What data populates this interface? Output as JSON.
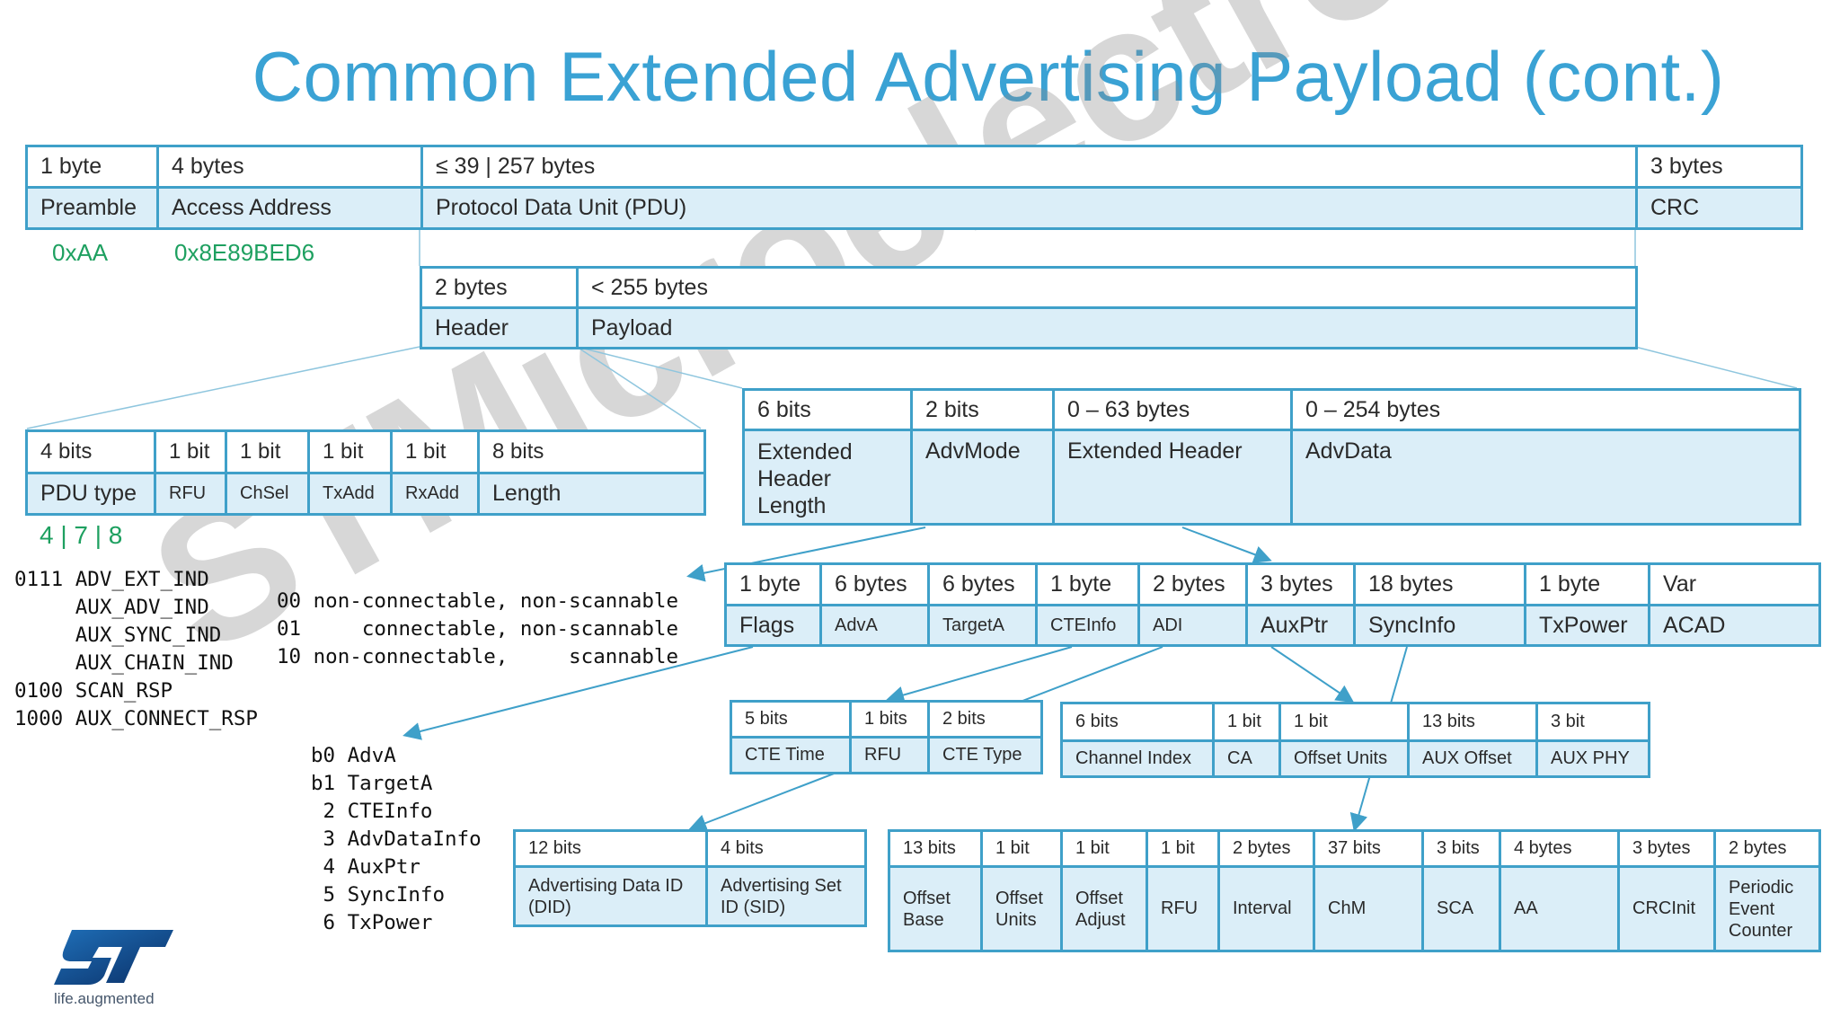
{
  "title": "Common Extended Advertising Payload (cont.)",
  "watermark": "STMicroelectronics",
  "logo": {
    "brand": "ST",
    "tagline": "life.augmented"
  },
  "packet": {
    "sizes": [
      "1 byte",
      "4 bytes",
      "≤ 39 | 257 bytes",
      "3 bytes"
    ],
    "names": [
      "Preamble",
      "Access Address",
      "Protocol Data Unit (PDU)",
      "CRC"
    ],
    "preamble_value": "0xAA",
    "access_address_value": "0x8E89BED6"
  },
  "pdu": {
    "sizes": [
      "2 bytes",
      "< 255 bytes"
    ],
    "names": [
      "Header",
      "Payload"
    ]
  },
  "header": {
    "sizes": [
      "4 bits",
      "1 bit",
      "1 bit",
      "1 bit",
      "1 bit",
      "8 bits"
    ],
    "names": [
      "PDU type",
      "RFU",
      "ChSel",
      "TxAdd",
      "RxAdd",
      "Length"
    ],
    "pdu_type_values": "4 | 7 | 8"
  },
  "pdu_types": "0111 ADV_EXT_IND\n     AUX_ADV_IND\n     AUX_SYNC_IND\n     AUX_CHAIN_IND\n0100 SCAN_RSP\n1000 AUX_CONNECT_RSP",
  "adv_modes": "00 non-connectable, non-scannable\n01     connectable, non-scannable\n10 non-connectable,     scannable",
  "payload": {
    "sizes": [
      "6 bits",
      "2 bits",
      "0 – 63 bytes",
      "0 – 254 bytes"
    ],
    "names": [
      "Extended Header Length",
      "AdvMode",
      "Extended Header",
      "AdvData"
    ]
  },
  "ext_header": {
    "sizes": [
      "1 byte",
      "6 bytes",
      "6 bytes",
      "1 byte",
      "2 bytes",
      "3 bytes",
      "18 bytes",
      "1 byte",
      "Var"
    ],
    "names": [
      "Flags",
      "AdvA",
      "TargetA",
      "CTEInfo",
      "ADI",
      "AuxPtr",
      "SyncInfo",
      "TxPower",
      "ACAD"
    ]
  },
  "flags_bits": "b0 AdvA\nb1 TargetA\n 2 CTEInfo\n 3 AdvDataInfo\n 4 AuxPtr\n 5 SyncInfo\n 6 TxPower",
  "cte_info": {
    "sizes": [
      "5 bits",
      "1 bits",
      "2 bits"
    ],
    "names": [
      "CTE Time",
      "RFU",
      "CTE Type"
    ]
  },
  "aux_ptr": {
    "sizes": [
      "6 bits",
      "1 bit",
      "1 bit",
      "13 bits",
      "3 bit"
    ],
    "names": [
      "Channel Index",
      "CA",
      "Offset Units",
      "AUX Offset",
      "AUX PHY"
    ]
  },
  "adi": {
    "sizes": [
      "12 bits",
      "4 bits"
    ],
    "names": [
      "Advertising Data ID (DID)",
      "Advertising Set ID (SID)"
    ]
  },
  "sync_info": {
    "sizes": [
      "13 bits",
      "1 bit",
      "1 bit",
      "1 bit",
      "2 bytes",
      "37 bits",
      "3 bits",
      "4 bytes",
      "3 bytes",
      "2 bytes"
    ],
    "names": [
      "Offset Base",
      "Offset Units",
      "Offset Adjust",
      "RFU",
      "Interval",
      "ChM",
      "SCA",
      "AA",
      "CRCInit",
      "Periodic Event Counter"
    ]
  },
  "colors": {
    "title": "#3aa2d4",
    "border": "#3fa0c9",
    "fill": "#dbeef8",
    "green": "#1ea060"
  }
}
